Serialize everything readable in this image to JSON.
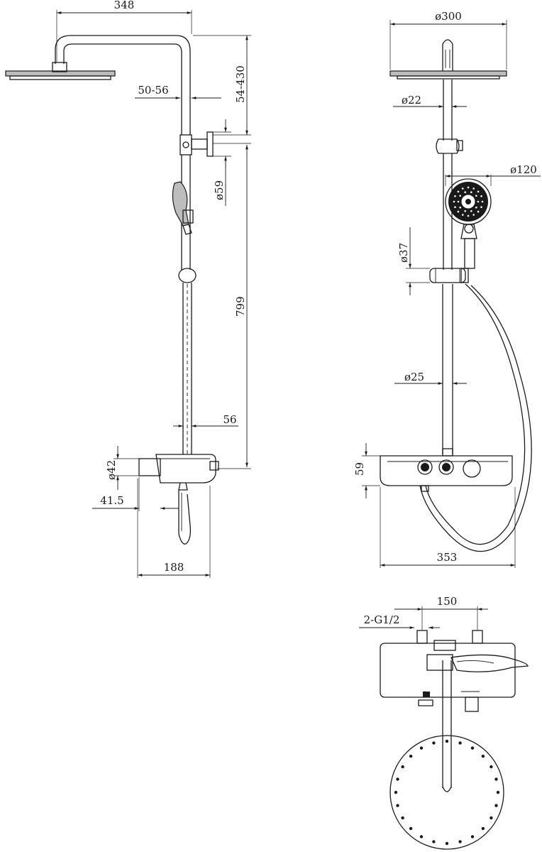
{
  "side_view": {
    "arm_width": "348",
    "arm_height_range": "54-430",
    "wall_offset": "50-56",
    "bracket_diameter": "ø59",
    "rail_length": "799",
    "rail_offset": "56",
    "outlet_diameter": "ø42",
    "outlet_projection": "41.5",
    "shelf_depth": "188"
  },
  "front_view": {
    "head_diameter": "ø300",
    "pipe_diameter": "ø22",
    "handshower_diameter": "ø120",
    "slider_diameter": "ø37",
    "rail_diameter": "ø25",
    "shelf_height": "59",
    "shelf_width": "353"
  },
  "top_view": {
    "inlet_spacing": "150",
    "inlet_thread": "2-G1/2"
  }
}
